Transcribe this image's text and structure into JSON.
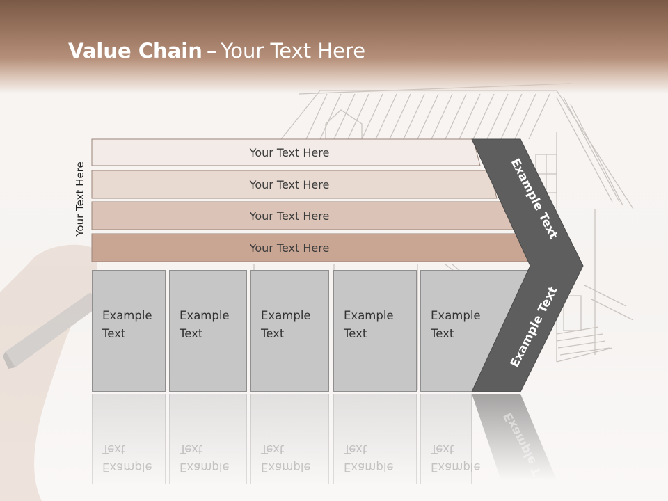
{
  "slide": {
    "title_bold": "Value Chain",
    "title_separator": "–",
    "title_rest": "Your Text Here",
    "side_label": "Your Text Here"
  },
  "rows": [
    {
      "label": "Your Text Here",
      "color": "#f3ebe7"
    },
    {
      "label": "Your Text Here",
      "color": "#e8d9d1"
    },
    {
      "label": "Your Text Here",
      "color": "#dbc4b7"
    },
    {
      "label": "Your Text Here",
      "color": "#c9a694"
    }
  ],
  "columns": [
    {
      "line1": "Example",
      "line2": "Text"
    },
    {
      "line1": "Example",
      "line2": "Text"
    },
    {
      "line1": "Example",
      "line2": "Text"
    },
    {
      "line1": "Example",
      "line2": "Text"
    },
    {
      "line1": "Example",
      "line2": "Text"
    }
  ],
  "chevron": {
    "upper_label": "Example Text",
    "lower_label": "Example Text",
    "reflection_label": "Example T",
    "color": "#5e5e5e"
  },
  "colors": {
    "header": "#8f6b56",
    "column_fill": "#c6c6c6"
  }
}
